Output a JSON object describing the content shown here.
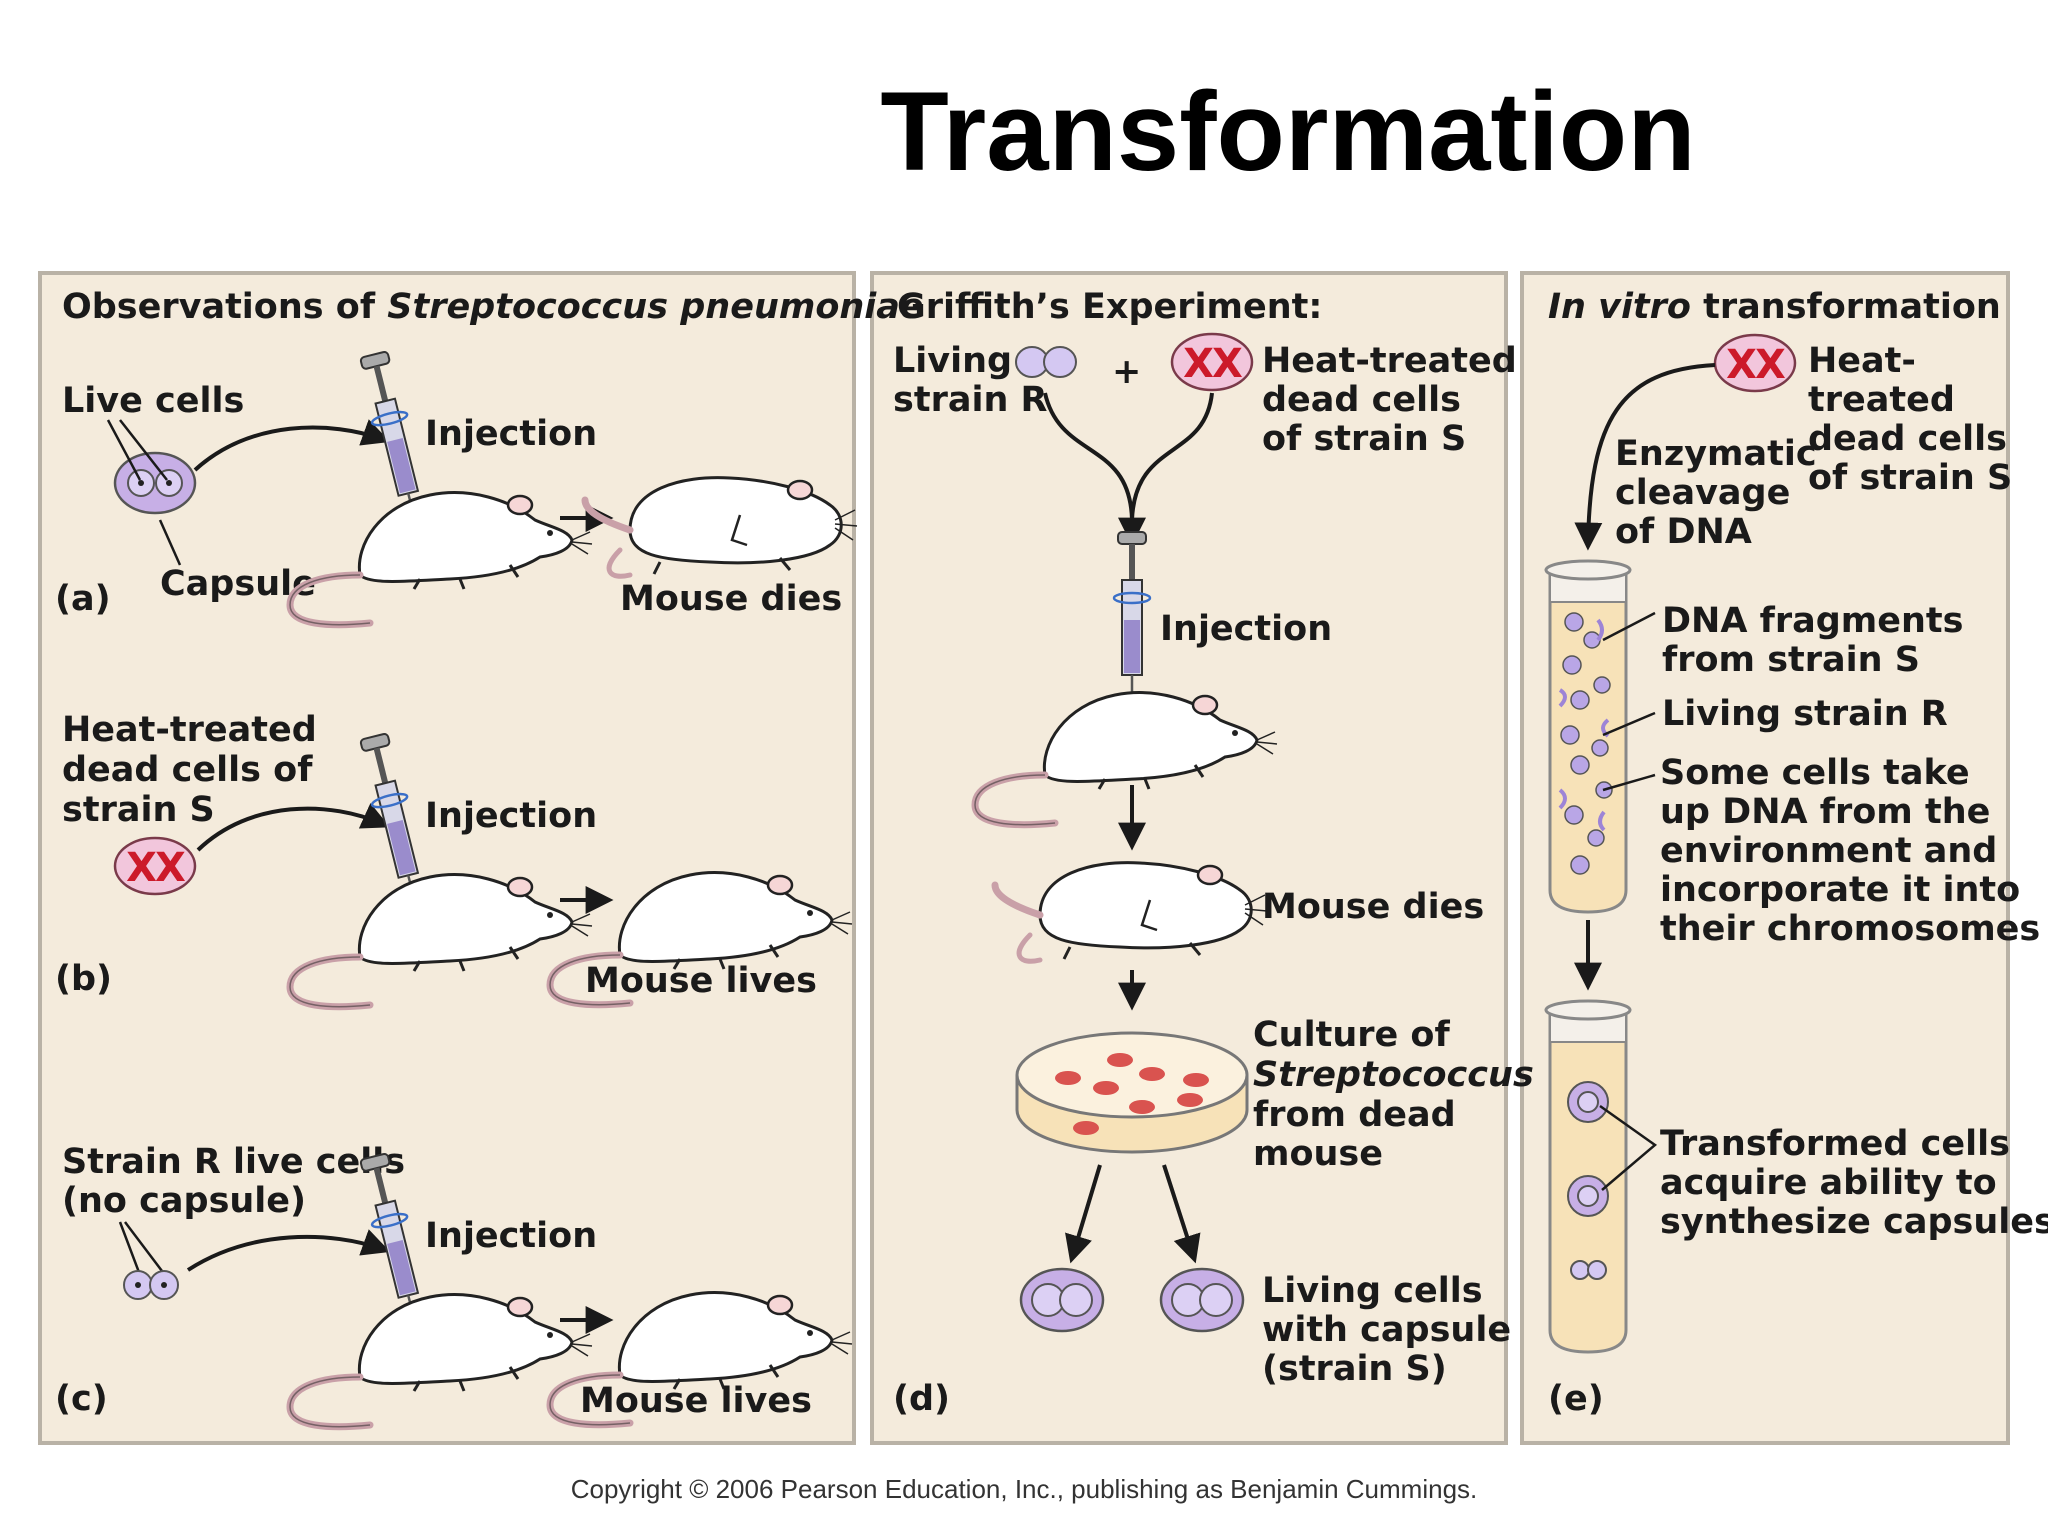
{
  "title": "Transformation",
  "copyright": "Copyright © 2006 Pearson Education, Inc., publishing as Benjamin Cummings.",
  "panel_left": {
    "heading_plain": "Observations of ",
    "heading_italic": "Streptococcus pneumoniae",
    "a": {
      "letter": "(a)",
      "live_cells": "Live cells",
      "capsule": "Capsule",
      "injection": "Injection",
      "result": "Mouse dies"
    },
    "b": {
      "letter": "(b)",
      "label_lines": [
        "Heat-treated",
        "dead cells of",
        "strain S"
      ],
      "xx": "XX",
      "injection": "Injection",
      "result": "Mouse lives"
    },
    "c": {
      "letter": "(c)",
      "label_lines": [
        "Strain R live cells",
        "(no capsule)"
      ],
      "injection": "Injection",
      "result": "Mouse lives"
    }
  },
  "panel_middle": {
    "heading": "Griffith’s Experiment:",
    "living_lines": [
      "Living",
      "strain R"
    ],
    "plus": "+",
    "xx": "XX",
    "heat_lines": [
      "Heat-treated",
      "dead cells",
      "of strain S"
    ],
    "injection": "Injection",
    "mouse_dies": "Mouse dies",
    "culture_line1": "Culture of",
    "culture_italic": "Streptococcus",
    "culture_line3": "from dead",
    "culture_line4": "mouse",
    "living_capsule_lines": [
      "Living cells",
      "with capsule",
      "(strain S)"
    ],
    "letter": "(d)"
  },
  "panel_right": {
    "heading_italic": "In vitro",
    "heading_plain": " transformation",
    "xx": "XX",
    "heat_lines": [
      "Heat-",
      "treated",
      "dead cells",
      "of strain S"
    ],
    "enzymatic_lines": [
      "Enzymatic",
      "cleavage",
      "of DNA"
    ],
    "dna_lines": [
      "DNA fragments",
      "from strain S"
    ],
    "living_r": "Living strain R",
    "some_cells_lines": [
      "Some cells take",
      "up DNA from the",
      "environment and",
      "incorporate it into",
      "their chromosomes"
    ],
    "transformed_lines": [
      "Transformed cells",
      "acquire ability to",
      "synthesize capsules"
    ],
    "letter": "(e)"
  },
  "colors": {
    "panel_fill": "#f4ebdc",
    "panel_border": "#b9b2a6",
    "cell_fill": "#c8b8ea",
    "capsule_fill": "#b89ad8",
    "xx_red": "#cc1a2a",
    "xx_fill": "#f2c6dc",
    "colony_red": "#d9534f",
    "tube_fill": "#f7e2b8"
  }
}
